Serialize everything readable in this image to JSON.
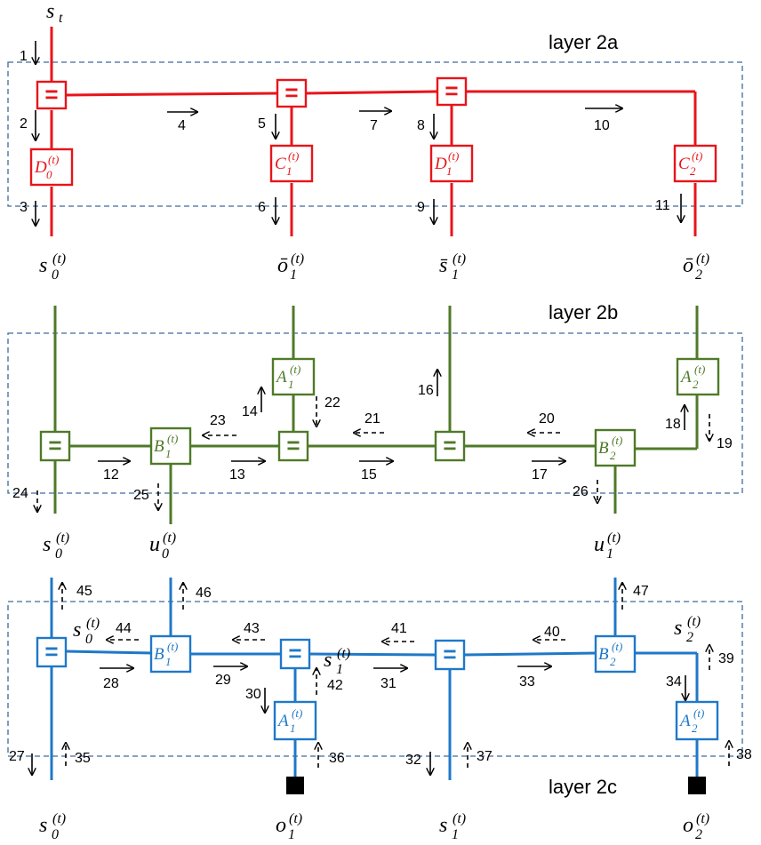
{
  "layers": {
    "a": {
      "title": "layer 2a",
      "color": "#e8141a"
    },
    "b": {
      "title": "layer 2b",
      "color": "#4f7a28"
    },
    "c": {
      "title": "layer 2c",
      "color": "#1f78c8"
    }
  },
  "box_color": "#3f6a9c",
  "nodes": {
    "a_D0": {
      "letter": "D",
      "sub": "0",
      "sup": "(t)"
    },
    "a_C1": {
      "letter": "C",
      "sub": "1",
      "sup": "(t)"
    },
    "a_D1": {
      "letter": "D",
      "sub": "1",
      "sup": "(t)"
    },
    "a_C2": {
      "letter": "C",
      "sub": "2",
      "sup": "(t)"
    },
    "b_A1": {
      "letter": "A",
      "sub": "1",
      "sup": "(t)"
    },
    "b_A2": {
      "letter": "A",
      "sub": "2",
      "sup": "(t)"
    },
    "b_B1": {
      "letter": "B",
      "sub": "1",
      "sup": "(t)"
    },
    "b_B2": {
      "letter": "B",
      "sub": "2",
      "sup": "(t)"
    },
    "c_B1": {
      "letter": "B",
      "sub": "1",
      "sup": "(t)"
    },
    "c_B2": {
      "letter": "B",
      "sub": "2",
      "sup": "(t)"
    },
    "c_A1": {
      "letter": "A",
      "sub": "1",
      "sup": "(t)"
    },
    "c_A2": {
      "letter": "A",
      "sub": "2",
      "sup": "(t)"
    },
    "equals": "="
  },
  "variables": {
    "st": {
      "main": "s",
      "sub": "t"
    },
    "a_s0": {
      "main": "s",
      "sub": "0",
      "sup": "(t)"
    },
    "a_o1": {
      "main": "ō",
      "sub": "1",
      "sup": "(t)"
    },
    "a_s1": {
      "main": "s̄",
      "sub": "1",
      "sup": "(t)"
    },
    "a_o2": {
      "main": "ō",
      "sub": "2",
      "sup": "(t)"
    },
    "b_s0": {
      "main": "s",
      "sub": "0",
      "sup": "(t)"
    },
    "b_u0": {
      "main": "u",
      "sub": "0",
      "sup": "(t)"
    },
    "b_u1": {
      "main": "u",
      "sub": "1",
      "sup": "(t)"
    },
    "c_s0_in": {
      "main": "s",
      "sub": "0",
      "sup": "(t)"
    },
    "c_s1_in": {
      "main": "s",
      "sub": "1",
      "sup": "(t)"
    },
    "c_s2_in": {
      "main": "s",
      "sub": "2",
      "sup": "(t)"
    },
    "c_s0": {
      "main": "s",
      "sub": "0",
      "sup": "(t)"
    },
    "c_o1": {
      "main": "o",
      "sub": "1",
      "sup": "(t)"
    },
    "c_s1": {
      "main": "s",
      "sub": "1",
      "sup": "(t)"
    },
    "c_o2": {
      "main": "o",
      "sub": "2",
      "sup": "(t)"
    }
  },
  "messages": [
    "1",
    "2",
    "3",
    "4",
    "5",
    "6",
    "7",
    "8",
    "9",
    "10",
    "11",
    "12",
    "13",
    "14",
    "15",
    "16",
    "17",
    "18",
    "19",
    "20",
    "21",
    "22",
    "23",
    "24",
    "25",
    "26",
    "27",
    "28",
    "29",
    "30",
    "31",
    "32",
    "33",
    "34",
    "35",
    "36",
    "37",
    "38",
    "39",
    "40",
    "41",
    "42",
    "43",
    "44",
    "45",
    "46",
    "47"
  ]
}
